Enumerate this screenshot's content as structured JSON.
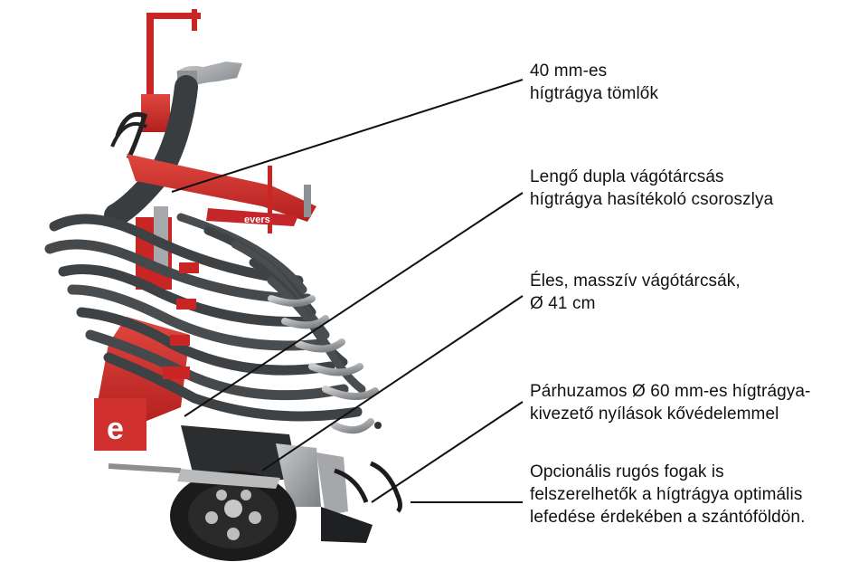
{
  "callouts": [
    {
      "id": "hose",
      "lines": [
        "40 mm-es",
        "hígtrágya tömlők"
      ]
    },
    {
      "id": "coulter",
      "lines": [
        "Lengő dupla vágótárcsás",
        "hígtrágya hasítékoló csoroszlya"
      ]
    },
    {
      "id": "discs",
      "lines": [
        "Éles, masszív vágótárcsák,",
        "Ø 41 cm"
      ]
    },
    {
      "id": "outlets",
      "lines": [
        "Párhuzamos Ø 60 mm-es hígtrágya-",
        "kivezető nyílások kővédelemmel"
      ]
    },
    {
      "id": "tines",
      "lines": [
        "Opcionális rugós fogak is",
        "felszerelhetők a hígtrágya optimális",
        "lefedése érdekében a szántóföldön."
      ]
    }
  ],
  "brand_text": "evers",
  "colors": {
    "frame_red": "#d42a2a",
    "hose_gray": "#3f4245",
    "steel": "#9a9c9e",
    "text": "#111111"
  }
}
